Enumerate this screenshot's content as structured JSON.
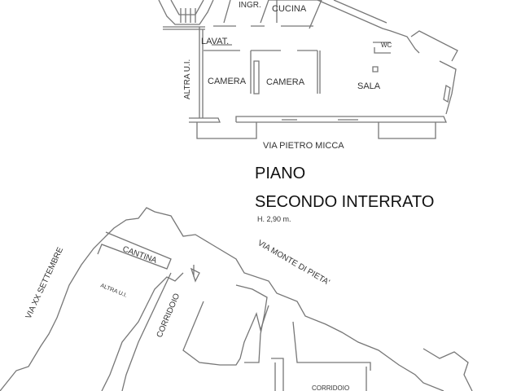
{
  "plan_upper": {
    "rooms": {
      "ingr": "INGR.",
      "cucina": "CUCINA",
      "lavat": "LAVAT.",
      "wc": "WC",
      "camera1": "CAMERA",
      "camera2": "CAMERA",
      "sala": "SALA"
    },
    "altra_ui": "ALTRA U.I.",
    "street": "VIA PIETRO MICCA"
  },
  "title": {
    "line1": "PIANO",
    "line2": "SECONDO INTERRATO",
    "height": "H. 2,90 m."
  },
  "plan_lower": {
    "cantina": "CANTINA",
    "altra_ui": "ALTRA U.I.",
    "corridoio1": "CORRIDOIO",
    "corridoio2": "CORRIDOIO",
    "street_left": "VIA XX SETTEMBRE",
    "street_right": "VIA MONTE DI PIETA'"
  }
}
